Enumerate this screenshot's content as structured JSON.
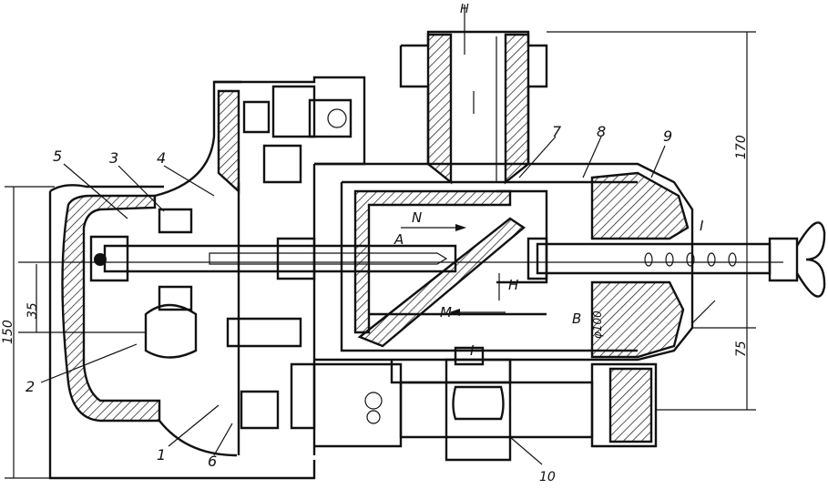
{
  "drawing": {
    "part_numbers": [
      "1",
      "2",
      "3",
      "4",
      "5",
      "6",
      "7",
      "8",
      "9",
      "10"
    ],
    "flow_letters": [
      "A",
      "B",
      "H",
      "M",
      "N"
    ],
    "section_mark": "I",
    "top_mark": "H",
    "dimensions": {
      "left_height": "150",
      "left_offset": "35",
      "right_height": "170",
      "right_lower": "75",
      "bore_diameter": "φ100"
    }
  }
}
